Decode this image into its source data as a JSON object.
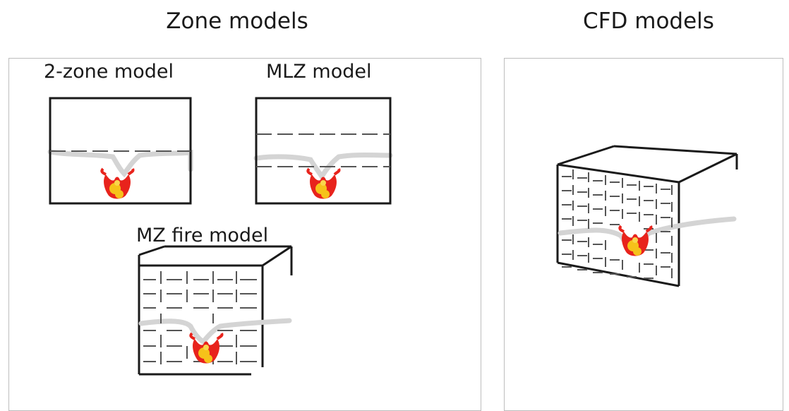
{
  "headings": {
    "zone": "Zone models",
    "cfd": "CFD models"
  },
  "subtitles": {
    "two_zone": "2-zone model",
    "mlz": "MLZ model",
    "mz": "MZ fire model"
  },
  "colors": {
    "outline": "#1a1a1a",
    "dash": "#555555",
    "smoke": "#d4d4d4",
    "flame_outer": "#e8231c",
    "flame_inner": "#f6c21a",
    "panel_border": "#bdbdbd"
  }
}
